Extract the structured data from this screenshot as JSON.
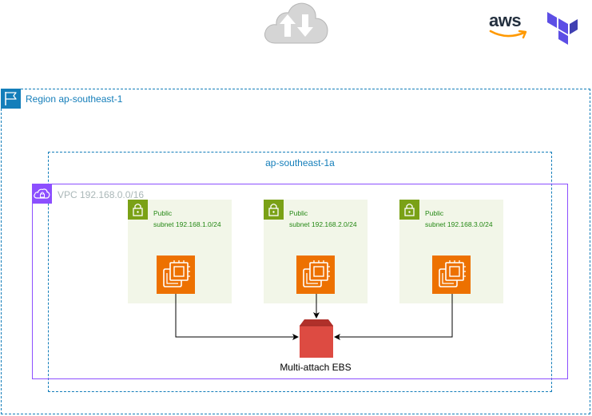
{
  "header": {
    "internet_icon": "cloud-up-down-icon",
    "aws_logo_text": "aws",
    "terraform_icon": "terraform-logo-icon"
  },
  "region": {
    "label": "Region ap-southeast-1",
    "icon": "flag-icon",
    "color": "#147eba"
  },
  "availability_zone": {
    "label": "ap-southeast-1a",
    "color": "#147eba"
  },
  "vpc": {
    "label": "VPC  192.168.0.0/16",
    "icon": "cloud-lock-icon",
    "color": "#8c4fff"
  },
  "subnets": [
    {
      "line1": "Public",
      "line2": "subnet 192.168.1.0/24",
      "icon": "lock-icon"
    },
    {
      "line1": "Public",
      "line2": "subnet 192.168.2.0/24",
      "icon": "lock-icon"
    },
    {
      "line1": "Public",
      "line2": "subnet 192.168.3.0/24",
      "icon": "lock-icon"
    }
  ],
  "instances": [
    {
      "icon": "ec2-instance-icon"
    },
    {
      "icon": "ec2-instance-icon"
    },
    {
      "icon": "ec2-instance-icon"
    }
  ],
  "storage": {
    "label": "Multi-attach EBS",
    "icon": "ebs-volume-icon",
    "color": "#dd4b42"
  },
  "colors": {
    "subnet_fill": "#f2f6e8",
    "subnet_accent": "#7aa116",
    "ec2_fill": "#ed7100"
  }
}
